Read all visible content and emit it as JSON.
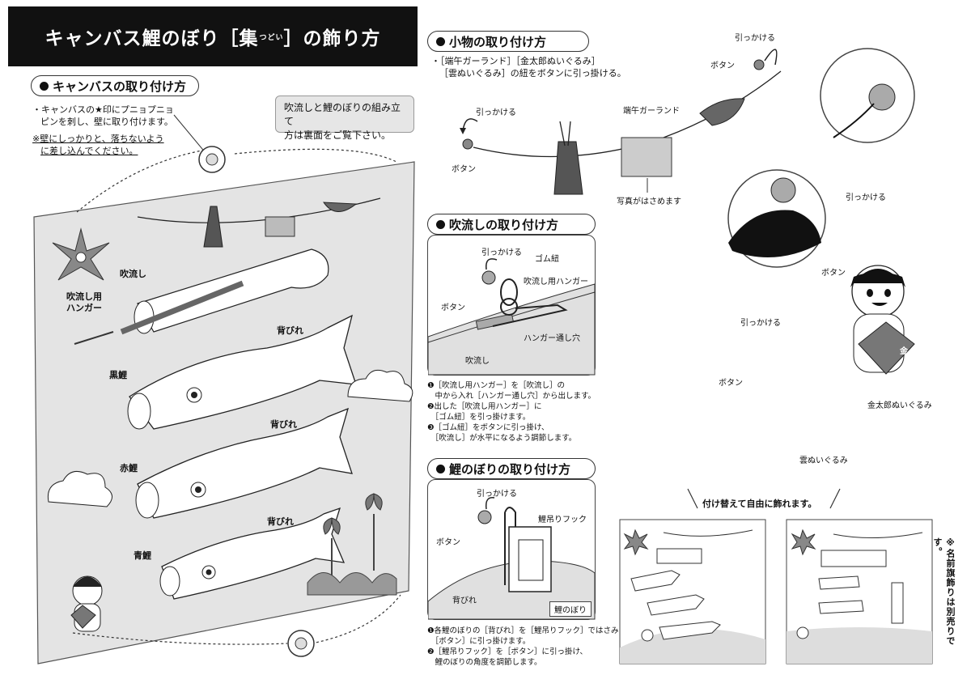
{
  "title": {
    "main_a": "キャンバス鯉のぼり［",
    "main_b": "集",
    "ruby": "つどい",
    "main_c": "］の飾り方"
  },
  "canvas_section": {
    "heading": "キャンバスの取り付け方",
    "note1": "・キャンバスの★印にプニョプニョ",
    "note2": "ピンを刺し、壁に取り付けます。",
    "note3": "※壁にしっかりと、落ちないよう",
    "note4": "に差し込んでください。",
    "assembly_note1": "吹流しと鯉のぼりの組み立て",
    "assembly_note2": "方は裏面をご覧下さい。",
    "labels": {
      "fukinagashi": "吹流し",
      "hanger": "吹流し用ハンガー",
      "sebire1": "背びれ",
      "kurogoi": "黒鯉",
      "sebire2": "背びれ",
      "akagoi": "赤鯉",
      "sebire3": "背びれ",
      "aogoi": "青鯉"
    }
  },
  "accessory_section": {
    "heading": "小物の取り付け方",
    "note1": "・［端午ガーランド］［金太郎ぬいぐるみ］",
    "note2": "［雲ぬいぐるみ］の紐をボタンに引っ掛ける。",
    "labels": {
      "hikkakeru_a": "引っかける",
      "button_a": "ボタン",
      "hikkakeru_b": "引っかける",
      "button_b": "ボタン",
      "garland": "端午ガーランド",
      "photo": "写真がはさめます",
      "hikkakeru_c": "引っかける",
      "button_c": "ボタン",
      "kintaro": "金太郎ぬいぐるみ",
      "hikkakeru_d": "引っかける",
      "button_d": "ボタン",
      "kumo": "雲ぬいぐるみ",
      "kin": "金"
    }
  },
  "fukinagashi_section": {
    "heading": "吹流しの取り付け方",
    "labels": {
      "hikkakeru": "引っかける",
      "gomu": "ゴム紐",
      "hanger": "吹流し用ハンガー",
      "button": "ボタン",
      "hole": "ハンガー通し穴",
      "fuki": "吹流し"
    },
    "steps": [
      "❶［吹流し用ハンガー］を［吹流し］の",
      "　中から入れ［ハンガー通し穴］から出します。",
      "❷出した［吹流し用ハンガー］に",
      "　［ゴム紐］を引っ掛けます。",
      "❸［ゴム紐］をボタンに引っ掛け、",
      "　［吹流し］が水平になるよう調節します。"
    ]
  },
  "koinobori_section": {
    "heading": "鯉のぼりの取り付け方",
    "labels": {
      "hikkakeru": "引っかける",
      "hook": "鯉吊りフック",
      "button": "ボタン",
      "sebire": "背びれ",
      "koi": "鯉のぼり"
    },
    "steps": [
      "❶各鯉のぼりの［背びれ］を［鯉吊りフック］ではさみ",
      "　［ボタン］に引っ掛けます。",
      "❷［鯉吊りフック］を［ボタン］に引っ掛け、",
      "　鯉のぼりの角度を調節します。"
    ]
  },
  "rearrange": {
    "caption": "付け替えて自由に飾れます。",
    "side_note": "※名前旗飾りは別売りです。"
  }
}
